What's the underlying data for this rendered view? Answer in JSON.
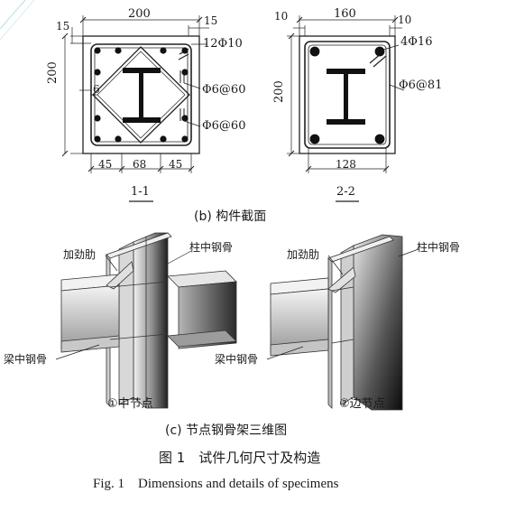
{
  "sections": {
    "s11": {
      "title": "1-1",
      "dim_top": "200",
      "dim_top_right": "15",
      "dim_top_left": "15",
      "dim_left": "200",
      "dim_inner_left": "6",
      "label_long_bars": "12Φ10",
      "label_stirrup_a": "Φ6@60",
      "label_stirrup_b": "Φ6@60",
      "dim_bottom": [
        "45",
        "68",
        "45"
      ]
    },
    "s22": {
      "title": "2-2",
      "dim_top": "160",
      "dim_top_left": "10",
      "dim_top_right": "10",
      "dim_left": "200",
      "label_long_bars": "4Φ16",
      "label_stirrup": "Φ6@81",
      "dim_bottom": "128"
    }
  },
  "caption_b": "(b) 构件截面",
  "skeleton": {
    "left": {
      "stiffener_label": "加劲肋",
      "column_label": "柱中钢骨",
      "beam_label": "梁中钢骨",
      "name": "①中节点"
    },
    "right": {
      "stiffener_label": "加劲肋",
      "column_label": "柱中钢骨",
      "beam_label": "梁中钢骨",
      "name": "②边节点"
    }
  },
  "caption_c": "(c) 节点钢骨架三维图",
  "figure_title_cn": "图 1　试件几何尺寸及构造",
  "figure_title_en": "Fig. 1　Dimensions and details of specimens"
}
